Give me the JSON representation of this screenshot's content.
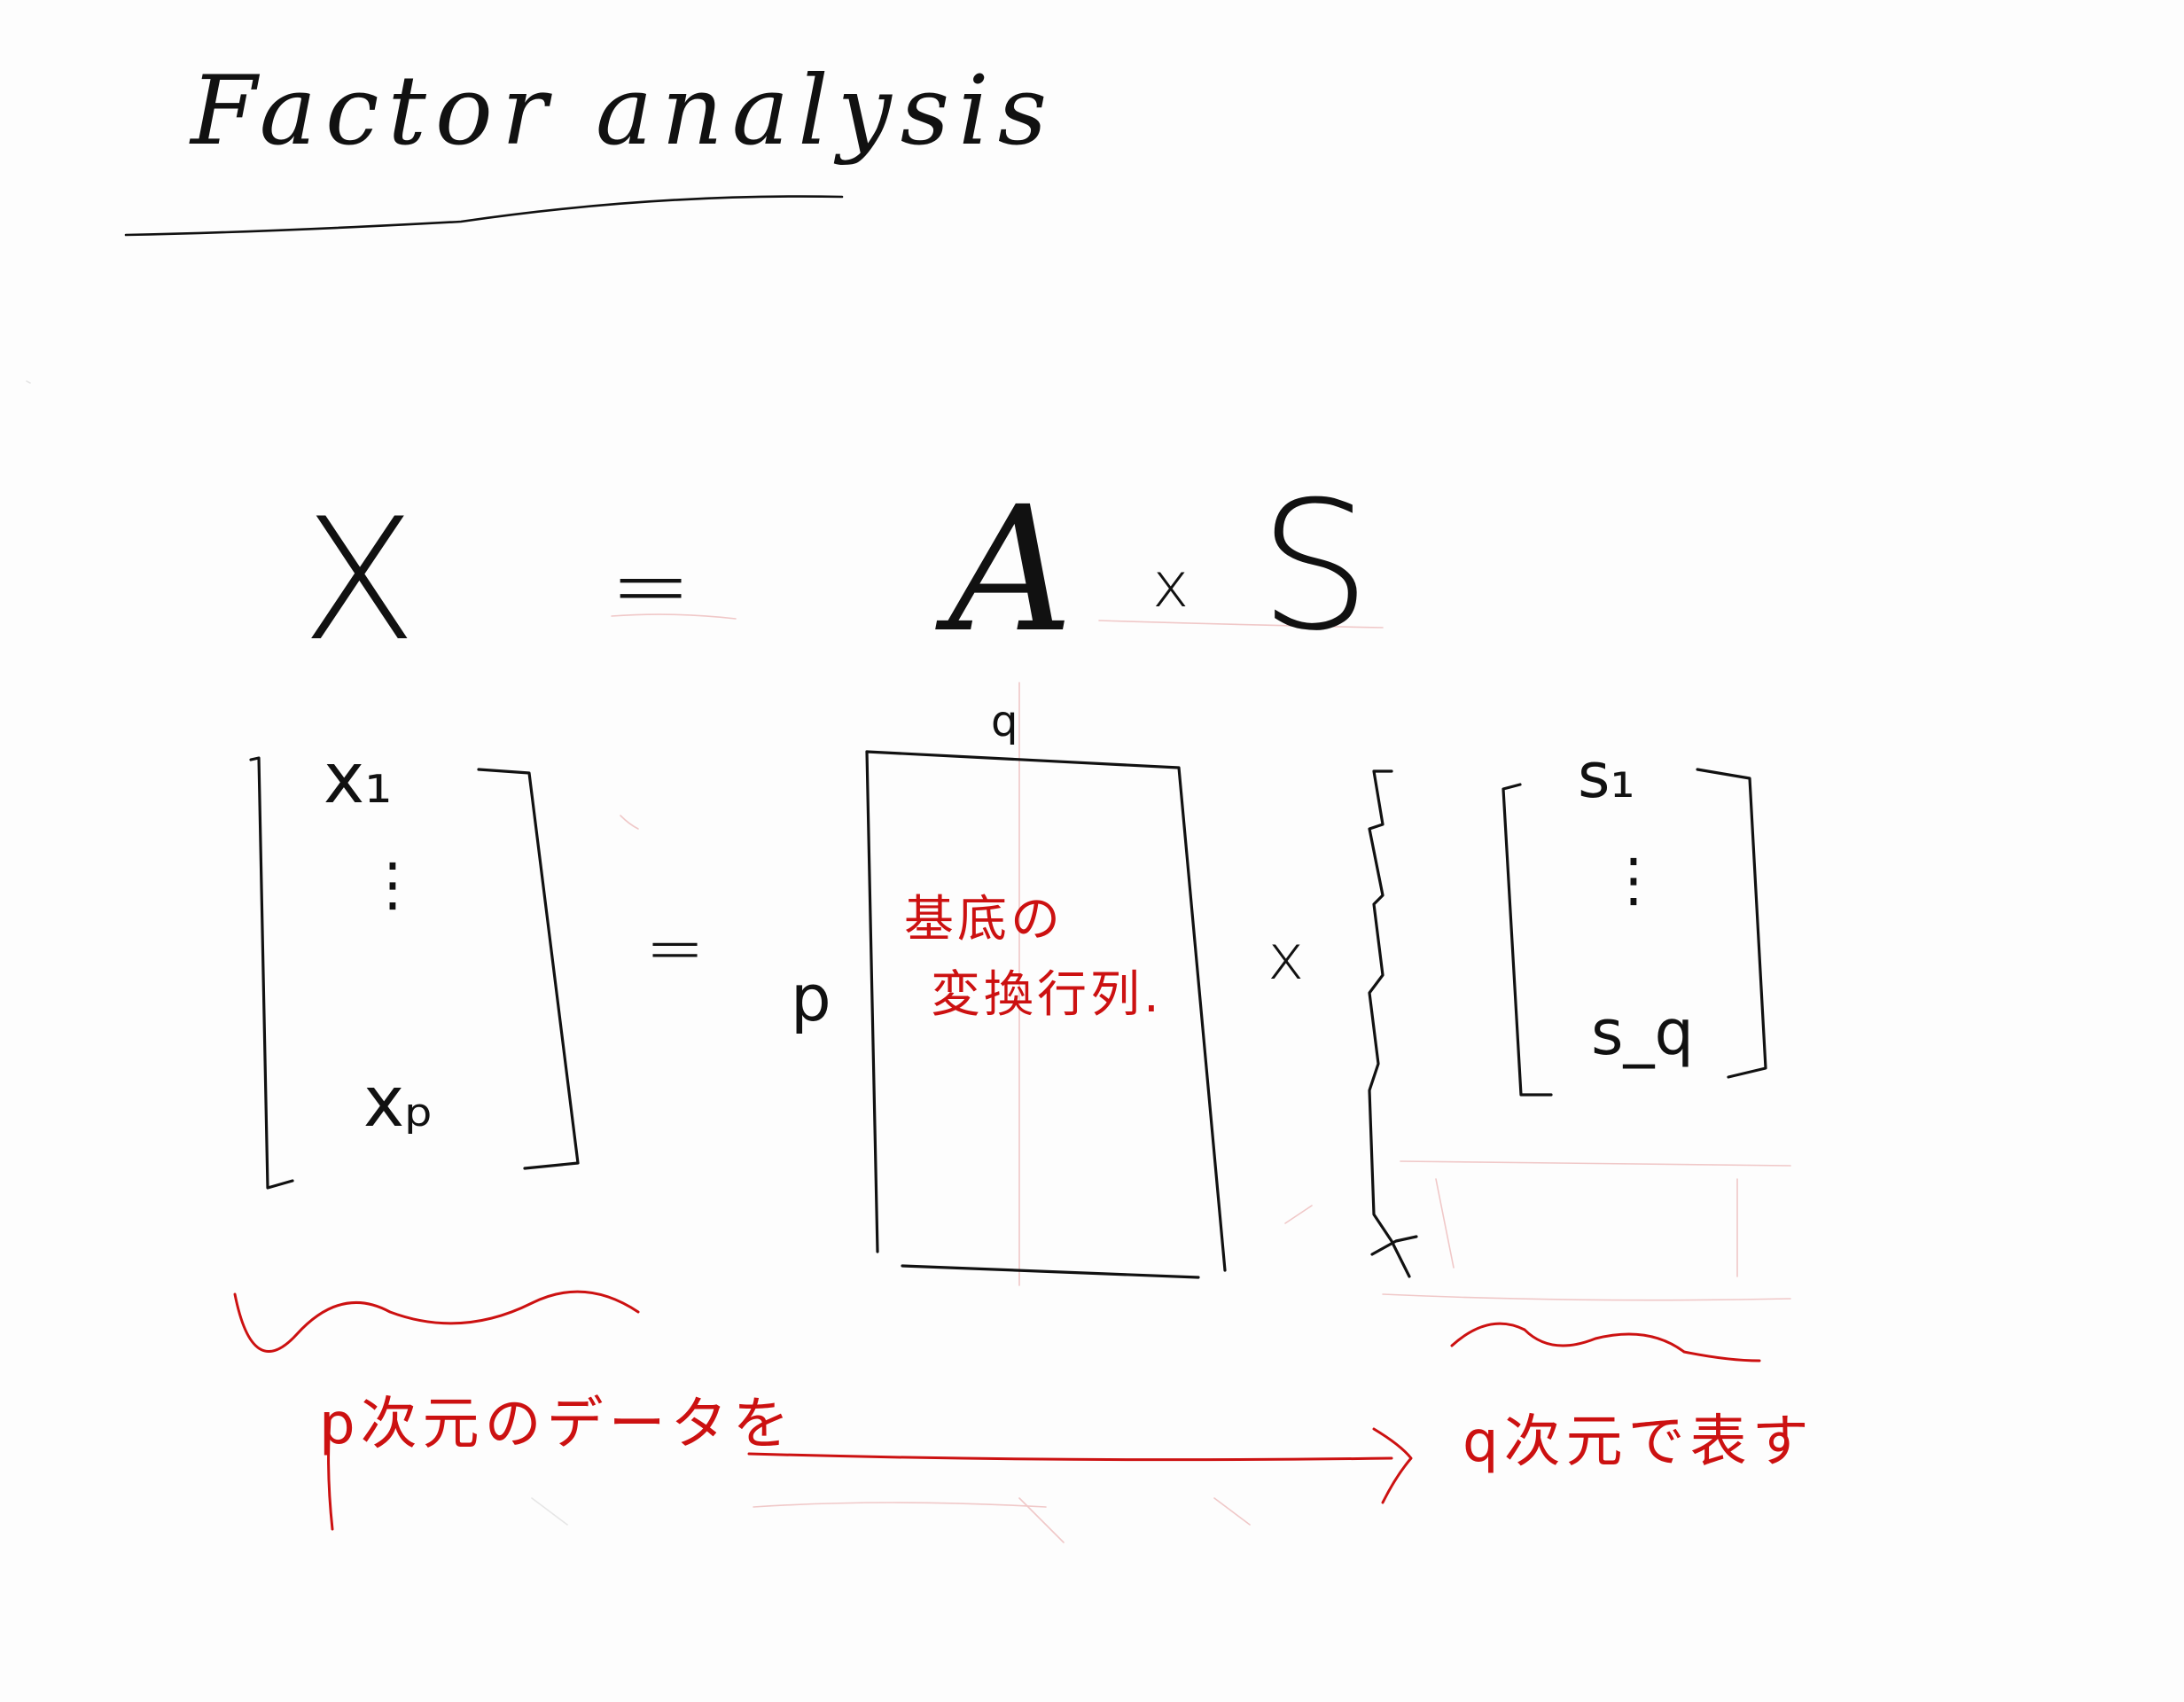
{
  "title": "Factor analysis",
  "equation": {
    "lhs": "X",
    "equals": "=",
    "factor_a": "A",
    "times": "x",
    "factor_s": "S"
  },
  "vector_x": {
    "first": "x₁",
    "dots": "⋮",
    "last": "xₚ"
  },
  "matrix_a": {
    "equals": "=",
    "rows_label": "p",
    "cols_label": "q",
    "inner_label_line1": "基底の",
    "inner_label_line2": "変換行列."
  },
  "vector_s": {
    "times": "x",
    "first": "s₁",
    "dots": "⋮",
    "last": "s_q"
  },
  "annotations": {
    "from_dim": "p次元のデータを",
    "to_dim": "q次元で表す"
  },
  "colors": {
    "ink": "#111111",
    "annotation": "#cc1111",
    "paper": "#fdfdfd"
  }
}
